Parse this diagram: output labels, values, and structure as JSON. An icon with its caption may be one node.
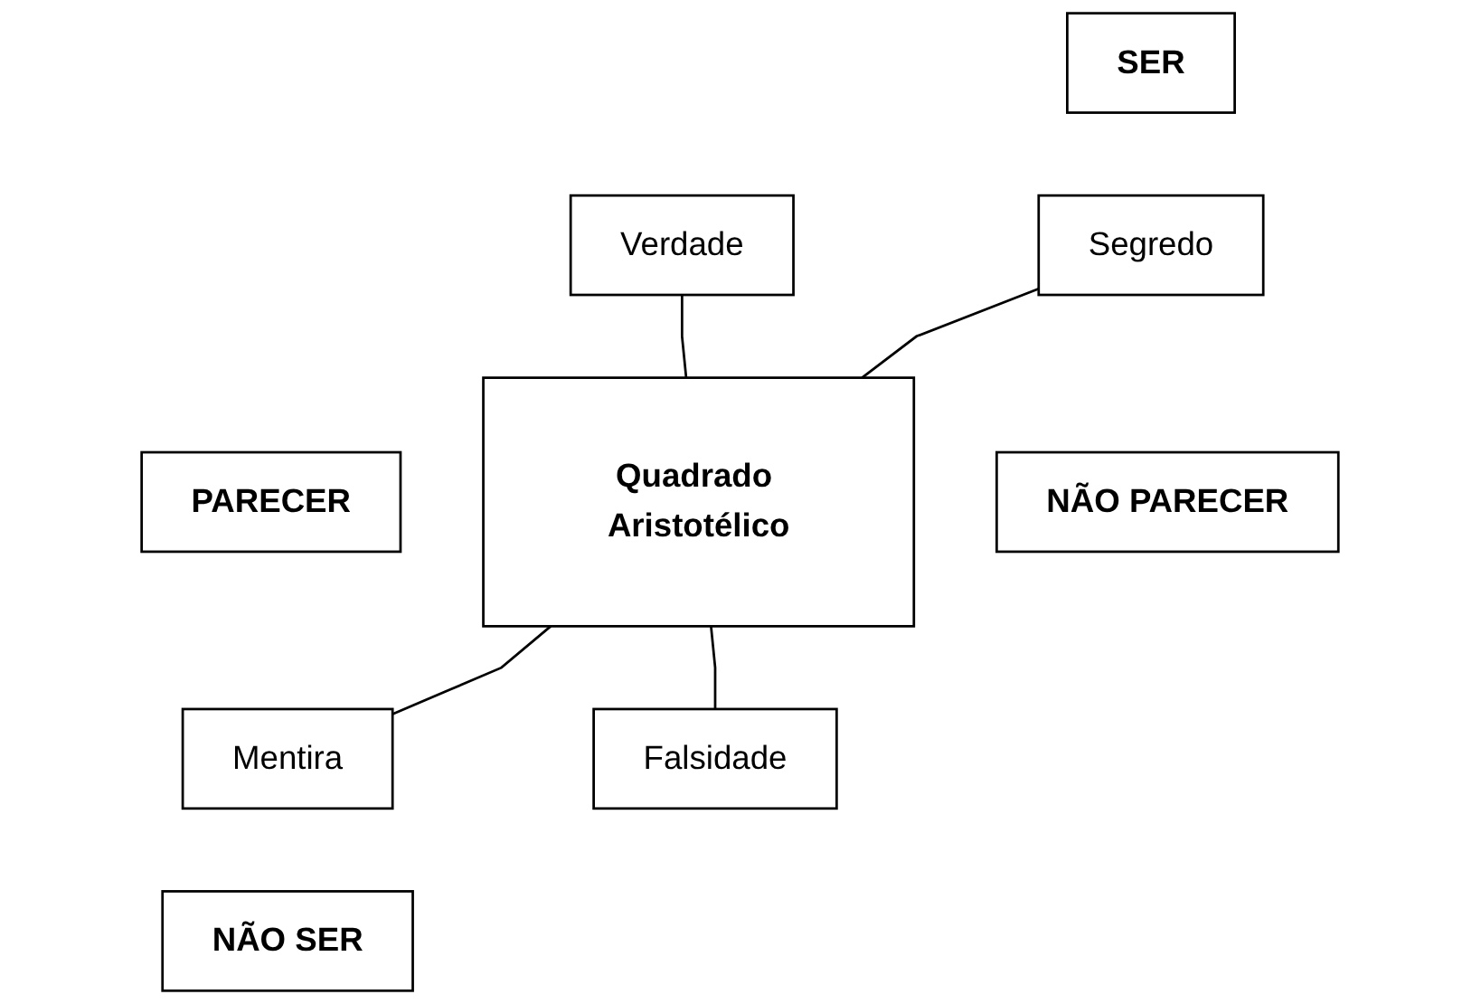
{
  "diagram": {
    "nodes": [
      {
        "text": [
          "Verdade"
        ]
      },
      {
        "text": [
          "SER"
        ]
      },
      {
        "text": [
          "PARECER"
        ]
      },
      {
        "text": [
          "Quadrado Aristotélico"
        ]
      },
      {
        "text": [
          "Segredo"
        ]
      },
      {
        "text": [
          "Mentira"
        ]
      },
      {
        "text": [
          "NÃO PARECER"
        ]
      },
      {
        "text": [
          "NÃO SER"
        ]
      },
      {
        "text": [
          "Falsidade"
        ]
      }
    ],
    "edges": [
      {
        "from": 0,
        "to": 3,
        "arrow": "none"
      },
      {
        "from": 4,
        "to": 3,
        "arrow": "none"
      },
      {
        "from": 3,
        "to": 5,
        "arrow": "none"
      },
      {
        "from": 3,
        "to": 8,
        "arrow": "none"
      }
    ]
  }
}
